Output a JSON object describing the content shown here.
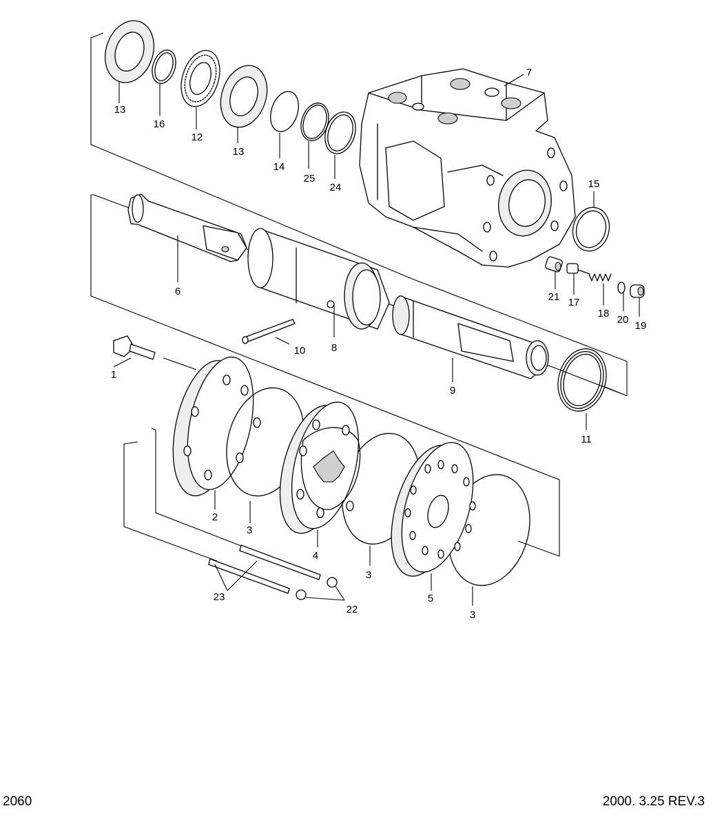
{
  "footer": {
    "page_number": "2060",
    "date_rev": "2000. 3.25  REV.3"
  },
  "callouts": {
    "p1": "1",
    "p2": "2",
    "p3a": "3",
    "p3b": "3",
    "p3c": "3",
    "p4": "4",
    "p5": "5",
    "p6": "6",
    "p7": "7",
    "p8": "8",
    "p9": "9",
    "p10": "10",
    "p11": "11",
    "p12": "12",
    "p13a": "13",
    "p13b": "13",
    "p14": "14",
    "p15": "15",
    "p16": "16",
    "p17": "17",
    "p18": "18",
    "p19": "19",
    "p20": "20",
    "p21": "21",
    "p22": "22",
    "p23": "23",
    "p24": "24",
    "p25": "25"
  }
}
